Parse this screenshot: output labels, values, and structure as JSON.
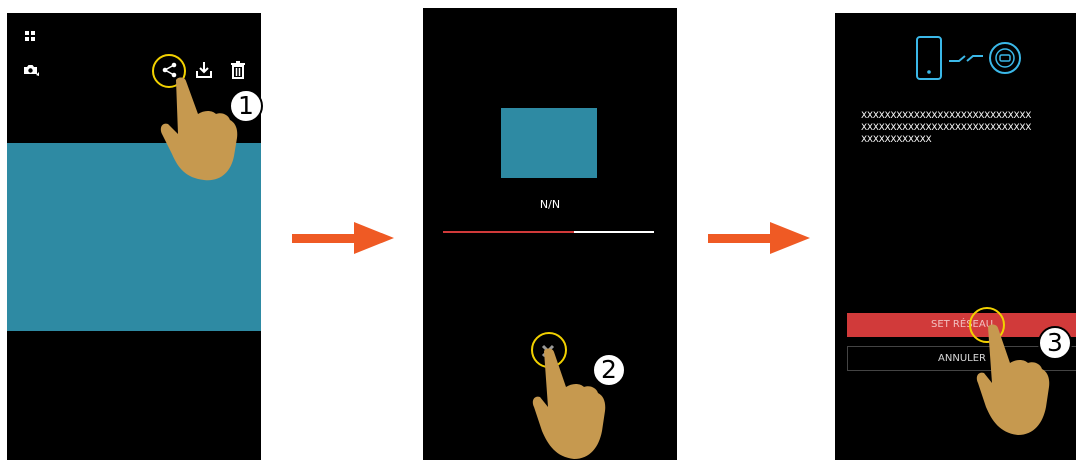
{
  "colors": {
    "teal": "#2e8aa3",
    "arrow": "#ef5a24",
    "highlight_ring": "#f2d100",
    "hand": "#c6994f",
    "accent_red": "#d13a3a",
    "outline_blue": "#3bb8e8"
  },
  "screen1": {
    "icons": [
      "grid-icon",
      "camera-switch-icon",
      "share-icon",
      "download-icon",
      "trash-icon"
    ],
    "step_number": "1"
  },
  "screen2": {
    "progress_label": "N/N",
    "progress_fraction": 0.62,
    "step_number": "2"
  },
  "screen3": {
    "message_lines": [
      "XXXXXXXXXXXXXXXXXXXXXXXXXXXXX",
      "XXXXXXXXXXXXXXXXXXXXXXXXXXXXX",
      "XXXXXXXXXXXX"
    ],
    "primary_button": "SET RÉSEAU",
    "secondary_button": "ANNULER",
    "step_number": "3"
  }
}
